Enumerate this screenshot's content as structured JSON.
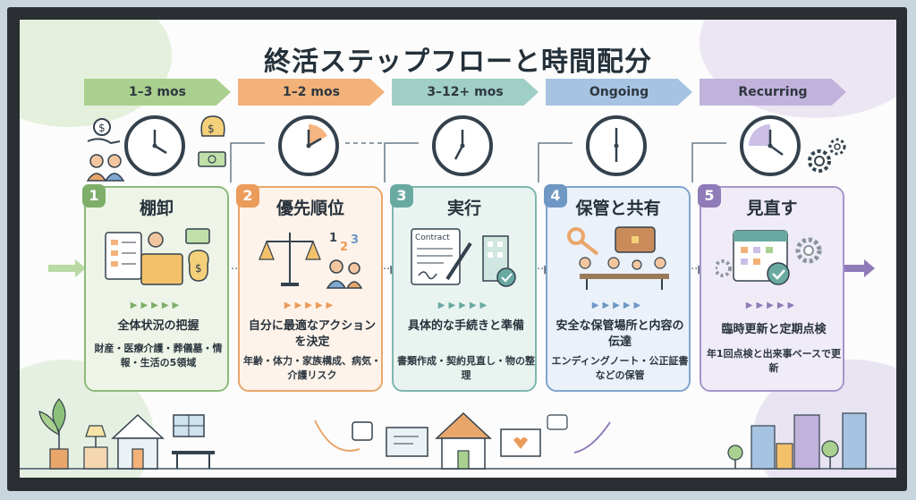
{
  "title": "終活ステップフローと時間配分",
  "colors": {
    "green": "#7eae6a",
    "orange": "#eb9b5a",
    "teal": "#69a9a1",
    "blue": "#6e97c4",
    "purple": "#8f7bb8"
  },
  "steps": [
    {
      "number": "1",
      "duration": "1–3 mos",
      "heading": "棚卸",
      "subtitle": "全体状況の把握",
      "description": "財産・医療介護・葬儀墓・情報・生活の5領域",
      "icon": "documents-folder-money-icon"
    },
    {
      "number": "2",
      "duration": "1–2 mos",
      "heading": "優先順位",
      "subtitle": "自分に最適なアクションを決定",
      "description": "年齢・体力・家族構成、病気・介護リスク",
      "icon": "scale-family-icon"
    },
    {
      "number": "3",
      "duration": "3–12+ mos",
      "heading": "実行",
      "subtitle": "具体的な手続きと準備",
      "description": "書類作成・契約見直し・物の整理",
      "icon": "contract-pen-icon",
      "illus_text": "Contract"
    },
    {
      "number": "4",
      "duration": "Ongoing",
      "heading": "保管と共有",
      "subtitle": "安全な保管場所と内容の伝達",
      "description": "エンディングノート・公正証書などの保管",
      "icon": "key-chest-family-icon"
    },
    {
      "number": "5",
      "duration": "Recurring",
      "heading": "見直す",
      "subtitle": "臨時更新と定期点検",
      "description": "年1回点検と出来事ベースで更新",
      "icon": "calendar-check-gears-icon"
    }
  ]
}
